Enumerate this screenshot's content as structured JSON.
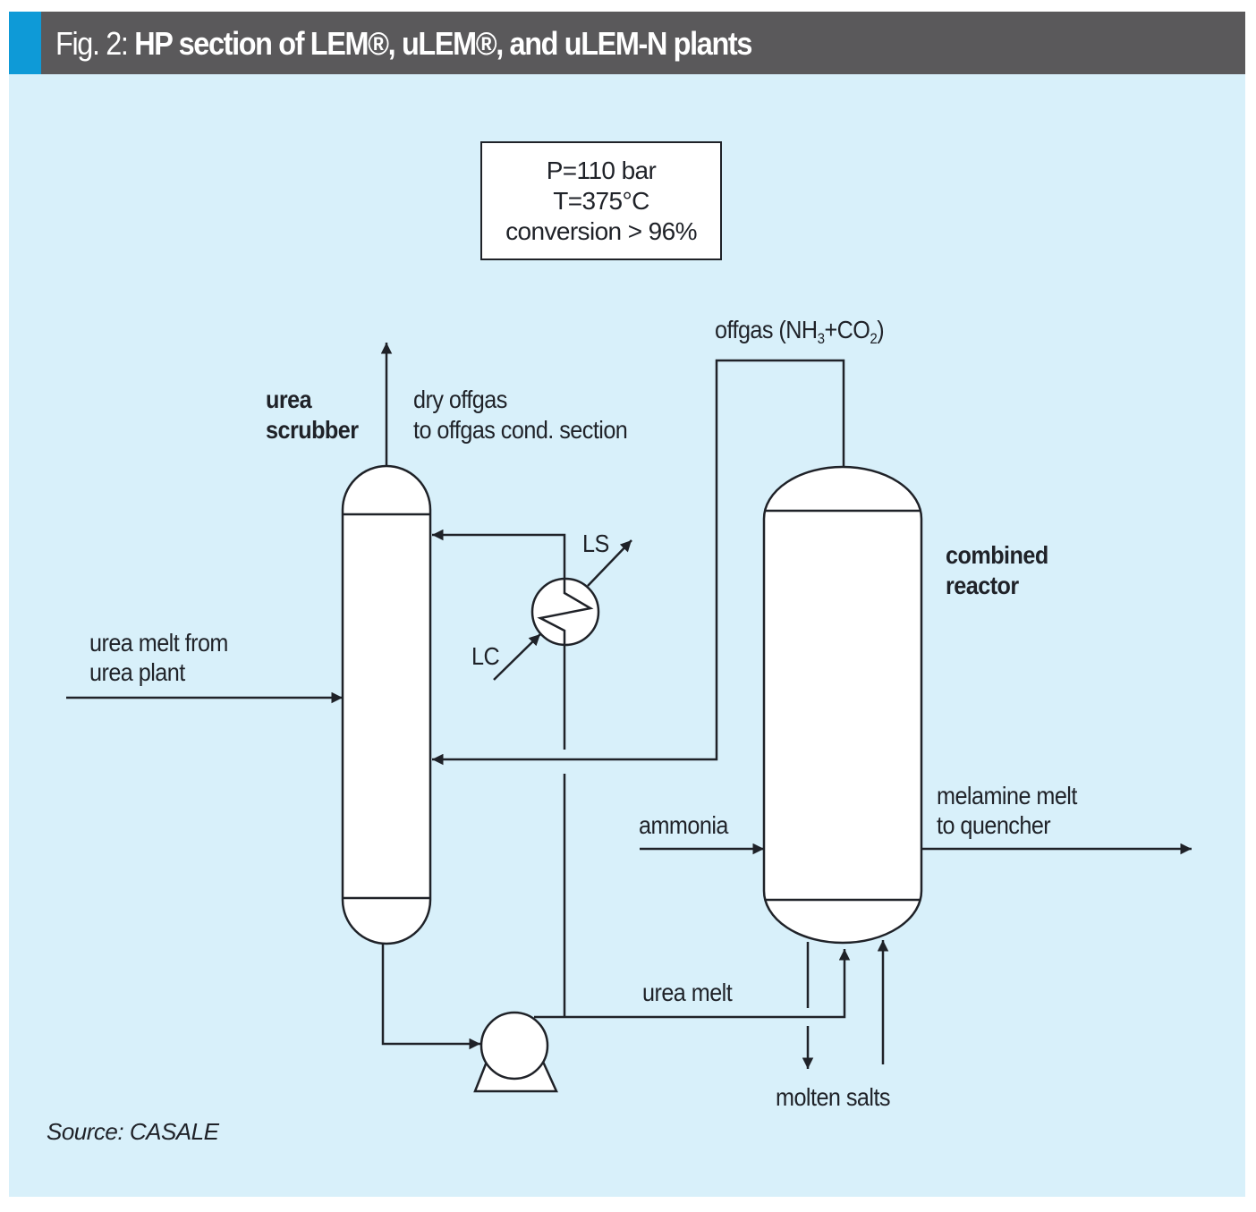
{
  "figure": {
    "prefix": "Fig. 2: ",
    "title": "HP section of LEM®, uLEM®, and uLEM-N plants",
    "source": "Source: CASALE",
    "colors": {
      "background": "#d8f0fa",
      "header": "#5a595b",
      "accent": "#0e9ad7",
      "line": "#1f2228",
      "equipment_fill": "#ffffff"
    }
  },
  "conditions": {
    "pressure": "P=110 bar",
    "temperature": "T=375°C",
    "conversion": "conversion > 96%"
  },
  "equipment": {
    "scrubber_line1": "urea",
    "scrubber_line2": "scrubber",
    "reactor_line1": "combined",
    "reactor_line2": "reactor"
  },
  "streams": {
    "dry_offgas_line1": "dry offgas",
    "dry_offgas_line2": "to offgas cond. section",
    "offgas_prefix": "offgas (NH",
    "offgas_sub1": "3",
    "offgas_mid": "+CO",
    "offgas_sub2": "2",
    "offgas_suffix": ")",
    "urea_feed_line1": "urea melt from",
    "urea_feed_line2": "urea plant",
    "ls": "LS",
    "lc": "LC",
    "ammonia": "ammonia",
    "melamine_line1": "melamine melt",
    "melamine_line2": "to quencher",
    "urea_melt": "urea melt",
    "molten_salts": "molten salts"
  }
}
